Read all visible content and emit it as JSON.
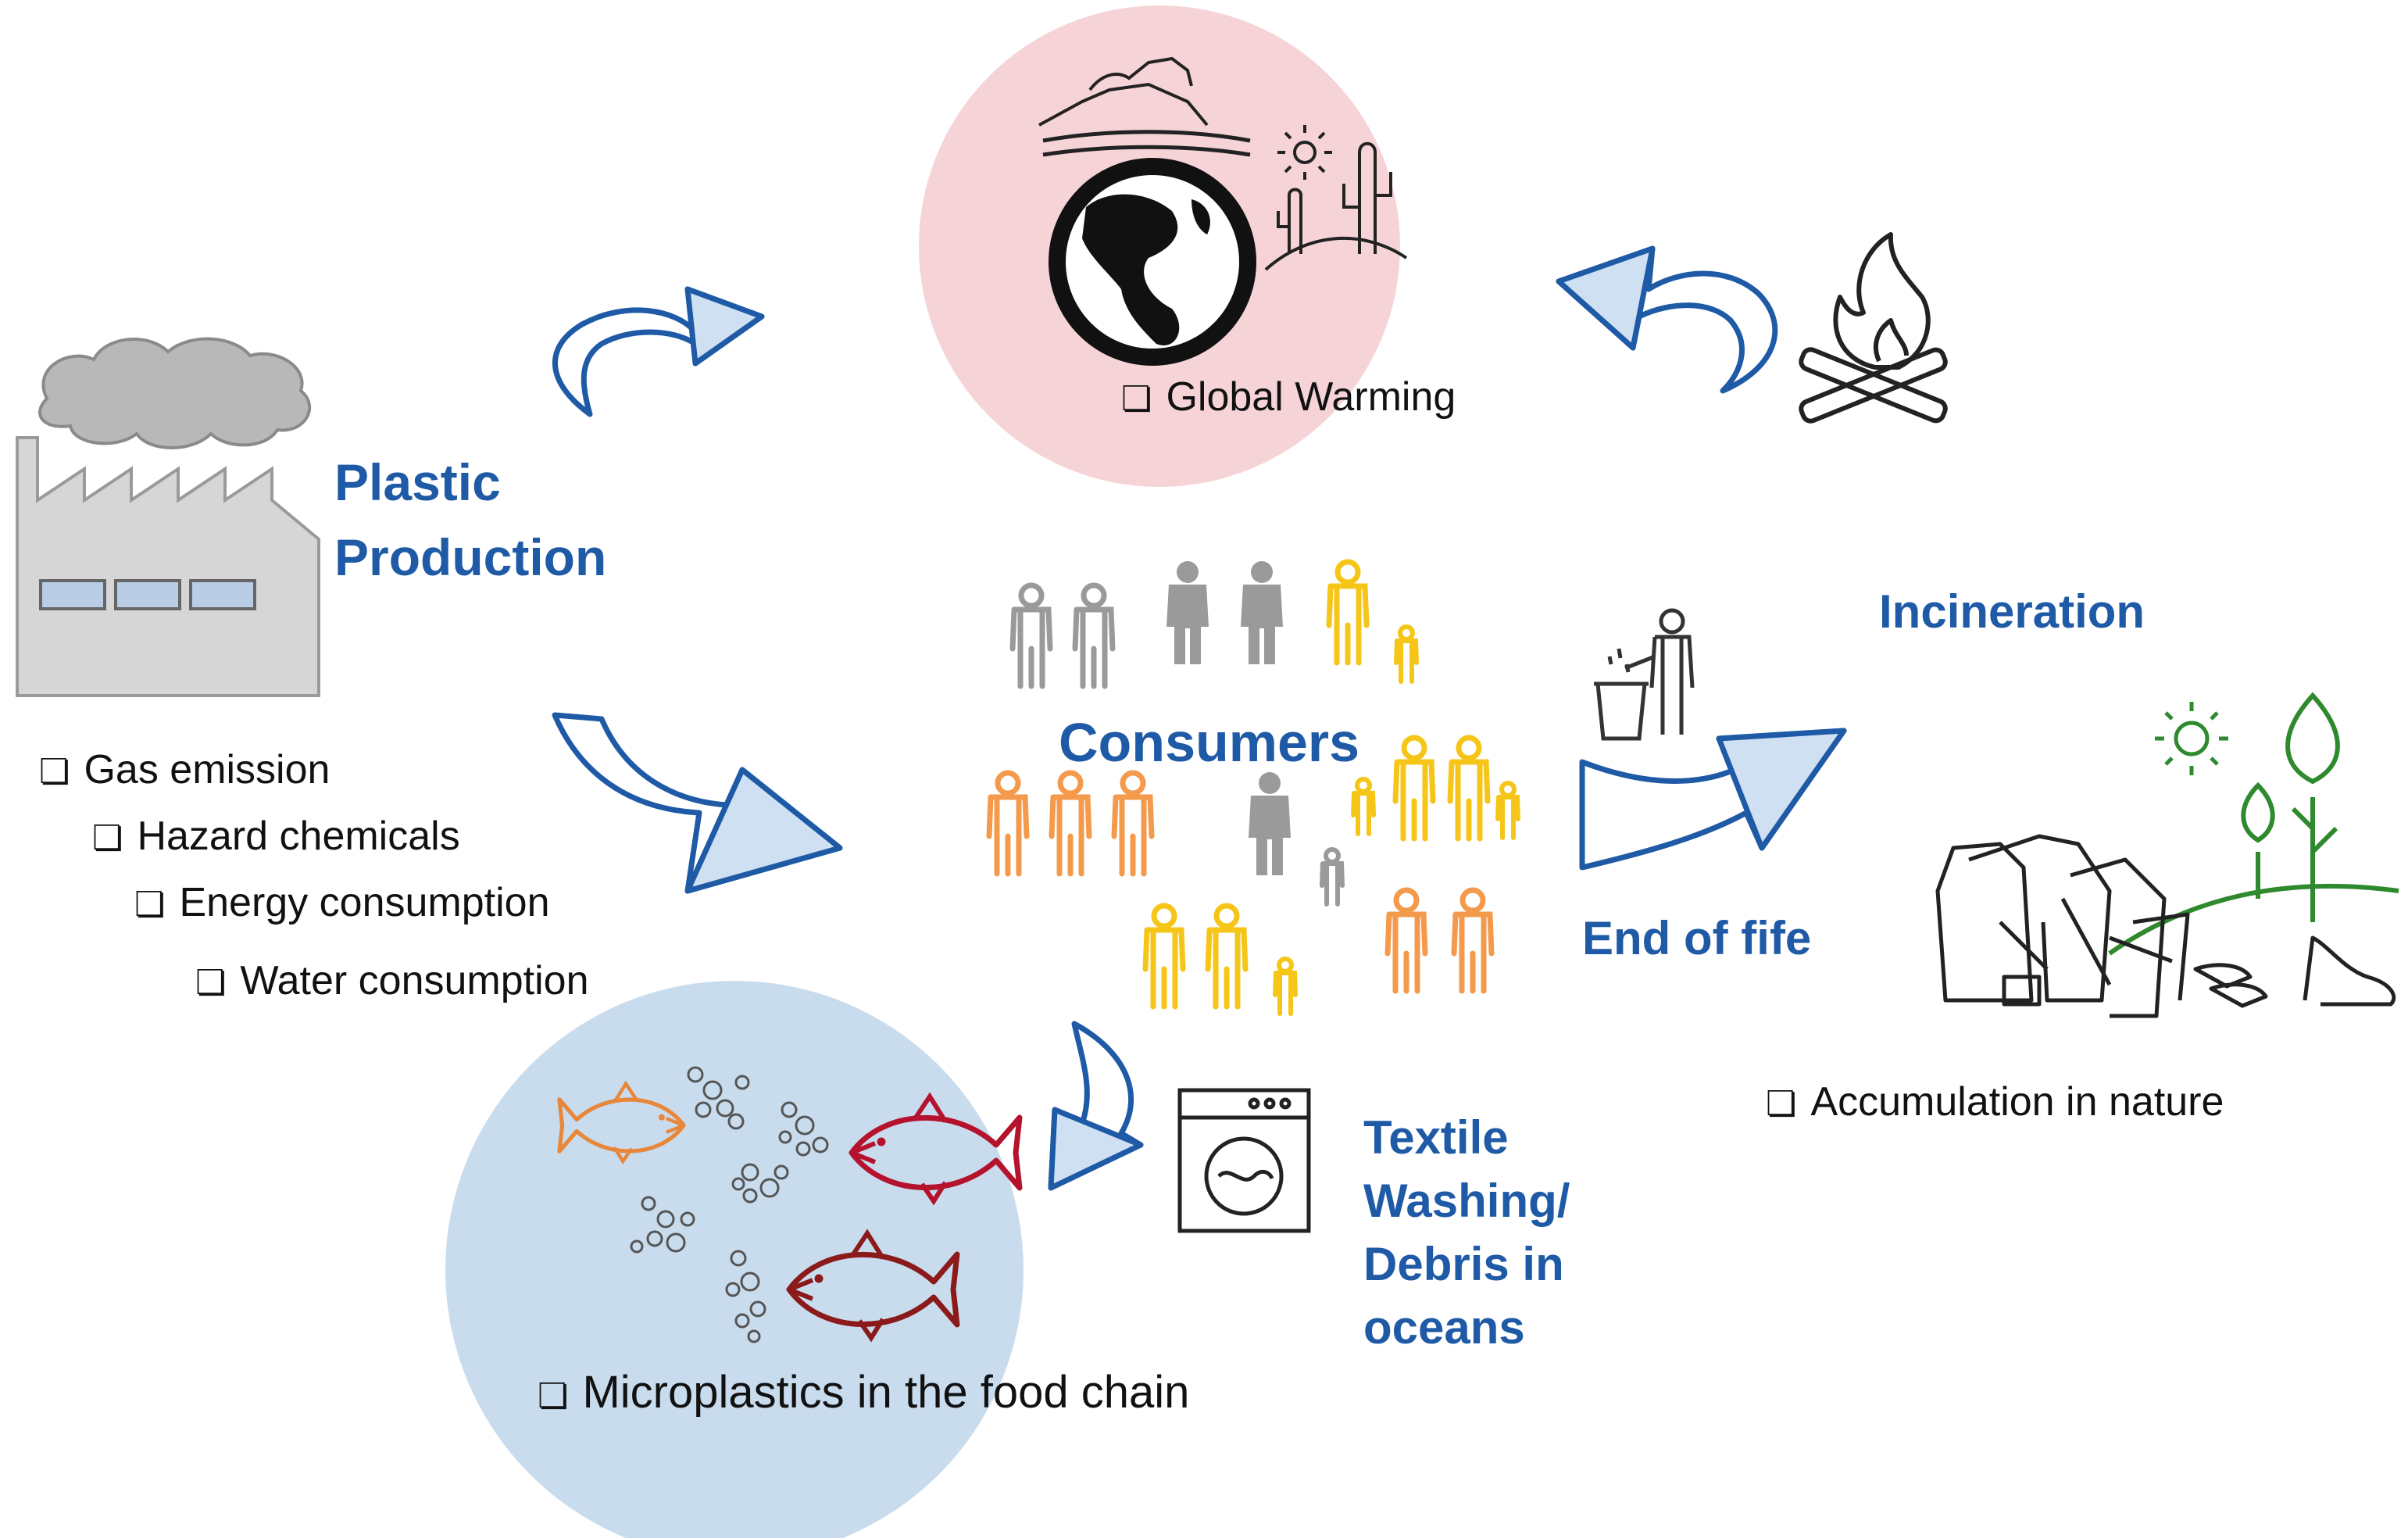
{
  "production": {
    "heading_line1": "Plastic",
    "heading_line2": "Production",
    "impacts": [
      "Gas emission",
      "Hazard chemicals",
      "Energy consumption",
      "Water consumption"
    ]
  },
  "global_warming": {
    "label": "Global Warming"
  },
  "consumers": {
    "label": "Consumers"
  },
  "incineration": {
    "label": "Incineration"
  },
  "end_of_life": {
    "label": "End of fife"
  },
  "nature": {
    "label": "Accumulation in nature"
  },
  "textile": {
    "line1": "Textile",
    "line2": "Washing/",
    "line3": "Debris in",
    "line4": "oceans"
  },
  "microplastics": {
    "label": "Microplastics in the food chain"
  },
  "colors": {
    "accent_blue": "#1f5aa6",
    "arrow_fill": "#cfe0f3",
    "warming_circle": "#f6d3d6",
    "ocean_circle": "#c9dcee",
    "people_orange": "#f39a4c",
    "people_yellow": "#f5c518",
    "people_gray": "#9a9a9a",
    "fish_orange": "#e8873a",
    "fish_red": "#b5122e",
    "tree_green": "#2f8a2f"
  }
}
